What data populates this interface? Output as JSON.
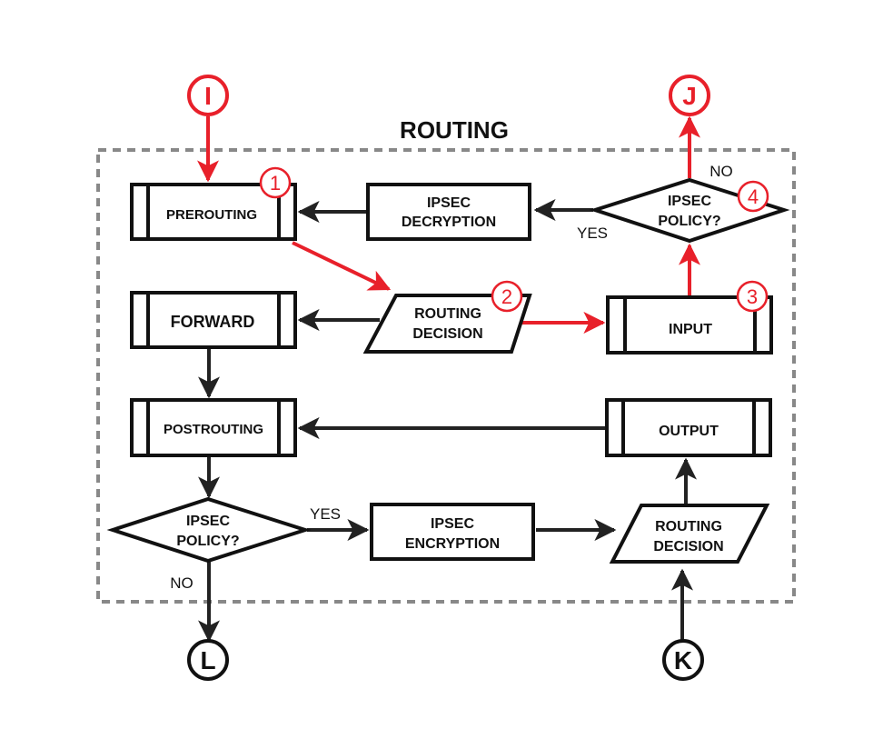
{
  "diagram": {
    "title": "ROUTING",
    "colors": {
      "stroke": "#111111",
      "accent": "#e8202a",
      "boundary": "#888888"
    },
    "connectors": {
      "I": {
        "label": "I",
        "color": "#e8202a"
      },
      "J": {
        "label": "J",
        "color": "#e8202a"
      },
      "K": {
        "label": "K",
        "color": "#111111"
      },
      "L": {
        "label": "L",
        "color": "#111111"
      }
    },
    "nodes": {
      "prerouting": {
        "lines": [
          "PREROUTING"
        ],
        "type": "predefined-process",
        "step": "1"
      },
      "ipsec_decryption": {
        "lines": [
          "IPSEC",
          "DECRYPTION"
        ],
        "type": "process"
      },
      "ipsec_policy_top": {
        "lines": [
          "IPSEC",
          "POLICY?"
        ],
        "type": "decision",
        "step": "4"
      },
      "forward": {
        "lines": [
          "FORWARD"
        ],
        "type": "predefined-process"
      },
      "routing_decision_top": {
        "lines": [
          "ROUTING",
          "DECISION"
        ],
        "type": "data",
        "step": "2"
      },
      "input": {
        "lines": [
          "INPUT"
        ],
        "type": "predefined-process",
        "step": "3"
      },
      "postrouting": {
        "lines": [
          "POSTROUTING"
        ],
        "type": "predefined-process"
      },
      "output": {
        "lines": [
          "OUTPUT"
        ],
        "type": "predefined-process"
      },
      "ipsec_policy_bottom": {
        "lines": [
          "IPSEC",
          "POLICY?"
        ],
        "type": "decision"
      },
      "ipsec_encryption": {
        "lines": [
          "IPSEC",
          "ENCRYPTION"
        ],
        "type": "process"
      },
      "routing_decision_bottom": {
        "lines": [
          "ROUTING",
          "DECISION"
        ],
        "type": "data"
      }
    },
    "edge_labels": {
      "top_no": "NO",
      "top_yes": "YES",
      "bottom_yes": "YES",
      "bottom_no": "NO"
    },
    "edges": [
      {
        "from": "I",
        "to": "prerouting",
        "highlight": true
      },
      {
        "from": "prerouting",
        "to": "routing_decision_top",
        "highlight": true
      },
      {
        "from": "routing_decision_top",
        "to": "input",
        "highlight": true
      },
      {
        "from": "input",
        "to": "ipsec_policy_top",
        "highlight": true
      },
      {
        "from": "ipsec_policy_top",
        "to": "J",
        "label": "NO",
        "highlight": true
      },
      {
        "from": "ipsec_policy_top",
        "to": "ipsec_decryption",
        "label": "YES",
        "highlight": false
      },
      {
        "from": "ipsec_decryption",
        "to": "prerouting",
        "highlight": false
      },
      {
        "from": "routing_decision_top",
        "to": "forward",
        "highlight": false
      },
      {
        "from": "forward",
        "to": "postrouting",
        "highlight": false
      },
      {
        "from": "output",
        "to": "postrouting",
        "highlight": false
      },
      {
        "from": "postrouting",
        "to": "ipsec_policy_bottom",
        "highlight": false
      },
      {
        "from": "ipsec_policy_bottom",
        "to": "ipsec_encryption",
        "label": "YES",
        "highlight": false
      },
      {
        "from": "ipsec_policy_bottom",
        "to": "L",
        "label": "NO",
        "highlight": false
      },
      {
        "from": "ipsec_encryption",
        "to": "routing_decision_bottom",
        "highlight": false
      },
      {
        "from": "routing_decision_bottom",
        "to": "output",
        "highlight": false
      },
      {
        "from": "K",
        "to": "routing_decision_bottom",
        "highlight": false
      }
    ]
  }
}
